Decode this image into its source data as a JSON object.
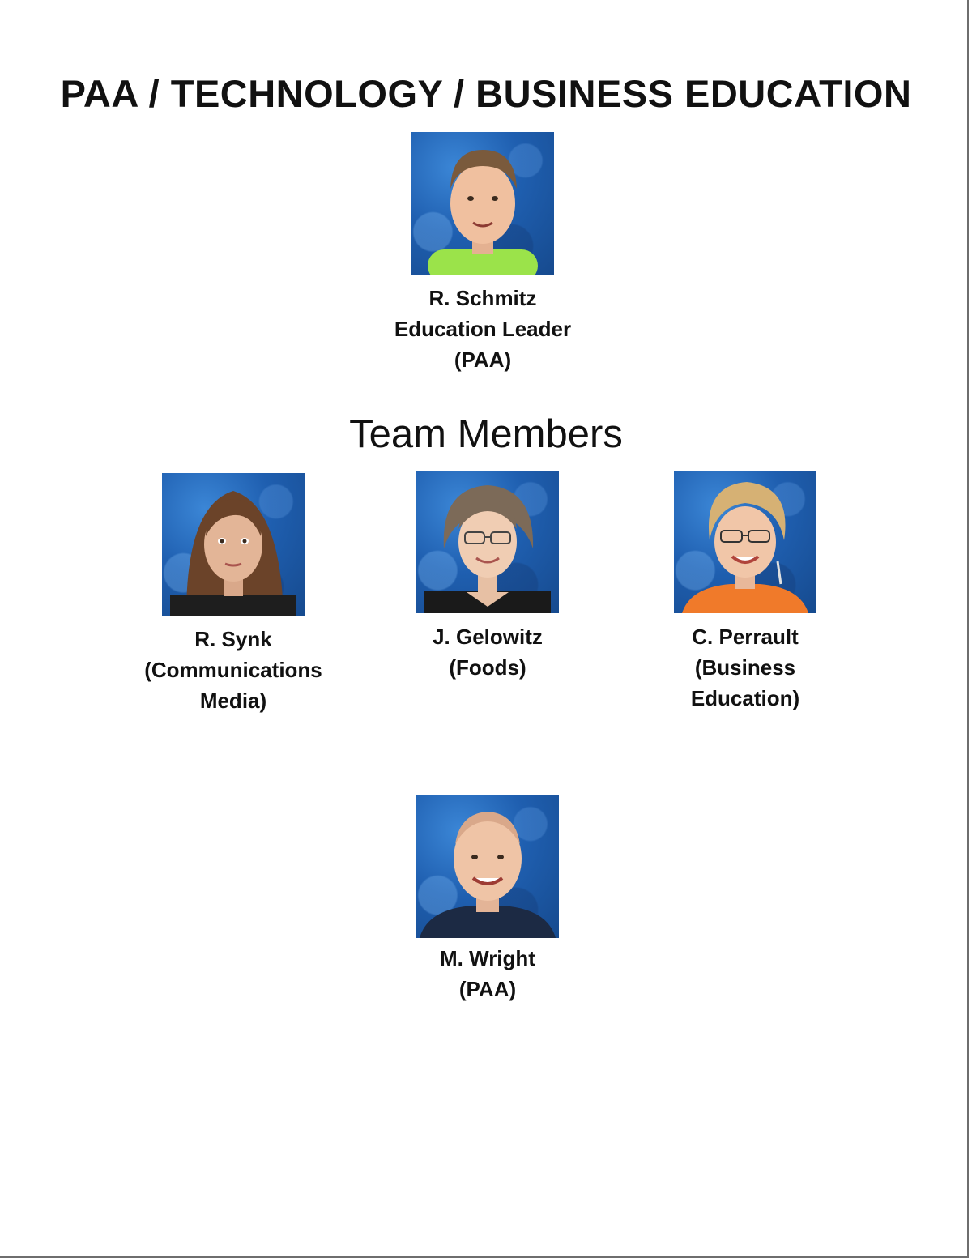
{
  "page": {
    "title": "PAA / TECHNOLOGY / BUSINESS EDUCATION",
    "section_heading": "Team Members"
  },
  "leader": {
    "name": "R. Schmitz",
    "role": "Education Leader",
    "dept": "(PAA)",
    "photo_icon": "portrait-photo-icon",
    "shirt_color": "#9be34a"
  },
  "members": [
    {
      "name": "R. Synk",
      "dept_line1": "(Communications",
      "dept_line2": "Media)",
      "shirt_color": "#1e1e1e"
    },
    {
      "name": "J. Gelowitz",
      "dept_line1": "(Foods)",
      "shirt_color": "#1a1a1a"
    },
    {
      "name": "C. Perrault",
      "dept_line1": "(Business",
      "dept_line2": "Education)",
      "shirt_color": "#f07a2a"
    },
    {
      "name": "M. Wright",
      "dept_line1": "(PAA)",
      "shirt_color": "#1c2a44"
    }
  ]
}
